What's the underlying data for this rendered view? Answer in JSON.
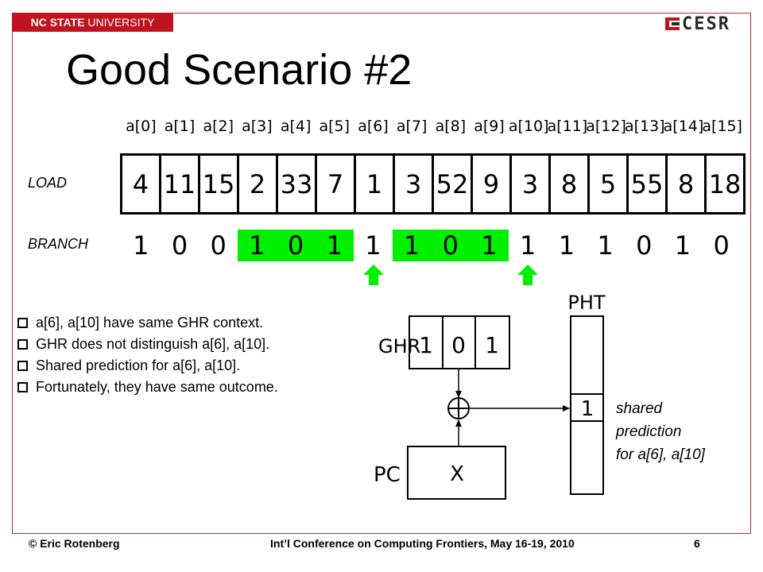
{
  "header": {
    "institution_bold": "NC STATE",
    "institution_rest": " UNIVERSITY",
    "logo_text": "CESR"
  },
  "title": "Good Scenario #2",
  "array": {
    "labels": [
      "a[0]",
      "a[1]",
      "a[2]",
      "a[3]",
      "a[4]",
      "a[5]",
      "a[6]",
      "a[7]",
      "a[8]",
      "a[9]",
      "a[10]",
      "a[11]",
      "a[12]",
      "a[13]",
      "a[14]",
      "a[15]"
    ],
    "load_label": "LOAD",
    "load_values": [
      "4",
      "11",
      "15",
      "2",
      "33",
      "7",
      "1",
      "3",
      "52",
      "9",
      "3",
      "8",
      "5",
      "55",
      "8",
      "18"
    ],
    "branch_label": "BRANCH",
    "branch_values": [
      "1",
      "0",
      "0",
      "1",
      "0",
      "1",
      "1",
      "1",
      "0",
      "1",
      "1",
      "1",
      "1",
      "0",
      "1",
      "0"
    ],
    "highlighted_indices": [
      3,
      4,
      5,
      7,
      8,
      9
    ],
    "arrow_indices": [
      6,
      10
    ],
    "highlight_color": "#00f000"
  },
  "bullets": [
    "a[6], a[10] have same GHR context.",
    "GHR does not distinguish a[6], a[10].",
    "Shared prediction for a[6], a[10].",
    "Fortunately, they have same outcome."
  ],
  "diagram": {
    "ghr_label": "GHR",
    "ghr_bits": [
      "1",
      "0",
      "1"
    ],
    "pc_label": "PC",
    "pc_value": "X",
    "pht_label": "PHT",
    "pht_value": "1",
    "xor_symbol": "+",
    "note_lines": [
      "shared",
      "prediction",
      "for a[6], a[10]"
    ]
  },
  "footer": {
    "author": "© Eric Rotenberg",
    "conference": "Int’l Conference on Computing Frontiers, May 16-19, 2010",
    "page": "6"
  }
}
